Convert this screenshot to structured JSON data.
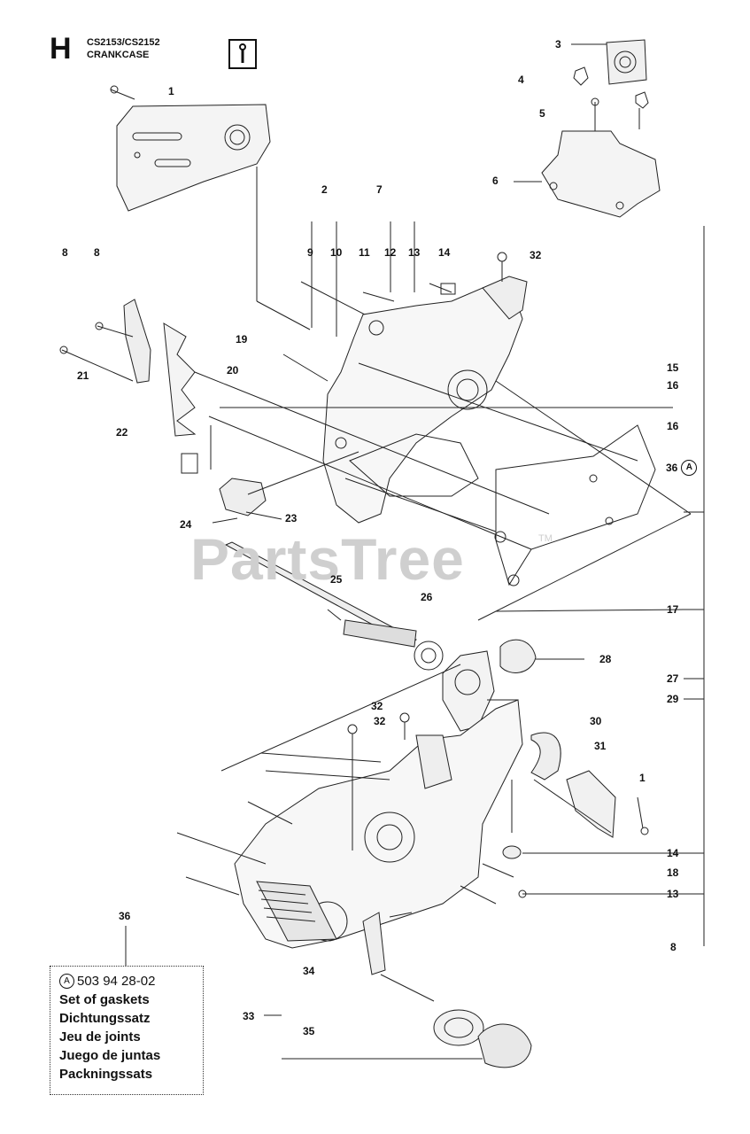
{
  "header": {
    "section_letter": "H",
    "model": "CS2153/CS2152",
    "title": "CRANKCASE",
    "tool_icon": "wrench-icon"
  },
  "watermark": {
    "text": "PartsTree",
    "trademark": "TM"
  },
  "callouts": [
    "1",
    "2",
    "3",
    "4",
    "5",
    "6",
    "7",
    "8",
    "8",
    "9",
    "10",
    "11",
    "12",
    "13",
    "14",
    "32",
    "19",
    "20",
    "15",
    "16",
    "16",
    "21",
    "22",
    "24",
    "23",
    "25",
    "26",
    "17",
    "28",
    "27",
    "32",
    "32",
    "29",
    "30",
    "31",
    "1",
    "14",
    "18",
    "13",
    "36",
    "34",
    "33",
    "35",
    "8"
  ],
  "gasket_callout": {
    "number": "36",
    "symbol": "A"
  },
  "kit": {
    "symbol": "A",
    "part_number": "503 94 28-02",
    "lines": [
      "Set of gaskets",
      "Dichtungssatz",
      "Jeu de joints",
      "Juego de juntas",
      "Packningssats"
    ]
  }
}
